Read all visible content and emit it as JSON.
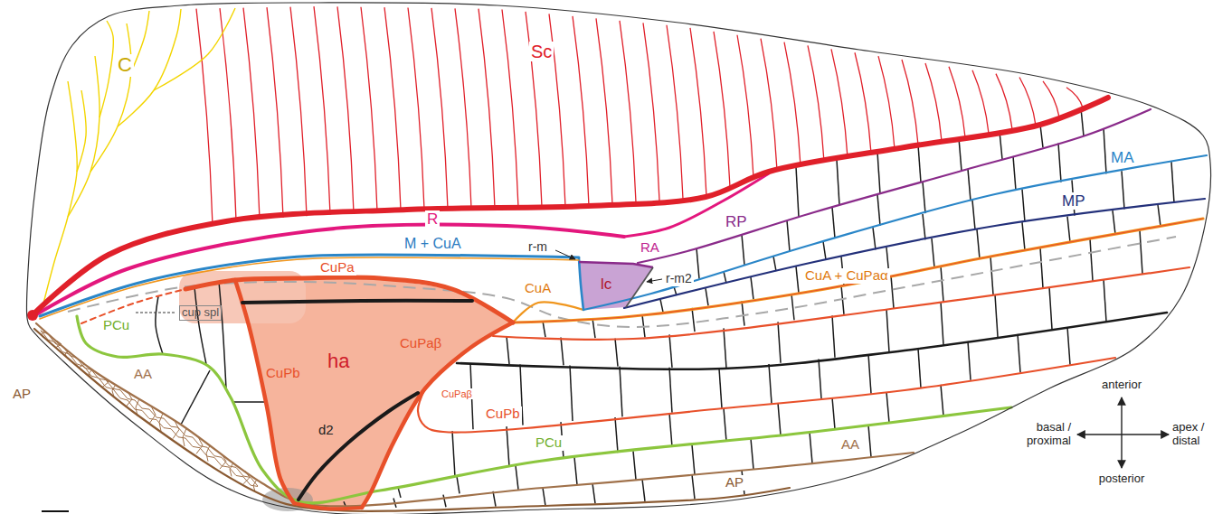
{
  "diagram": {
    "labels": [
      "C",
      "Sc",
      "R",
      "RA",
      "RP",
      "MA",
      "MP",
      "M + CuA",
      "r-m",
      "lc",
      "r-m2",
      "CuA + CuPaα",
      "CuPa",
      "cup spl",
      "CuA",
      "ha",
      "CuPaβ",
      "CuPaβ",
      "CuPb",
      "d2",
      "PCu",
      "CuPb",
      "PCu",
      "AA",
      "AP",
      "AA",
      "AP",
      "anterior",
      "basal / proximal",
      "apex / distal",
      "posterior"
    ]
  }
}
